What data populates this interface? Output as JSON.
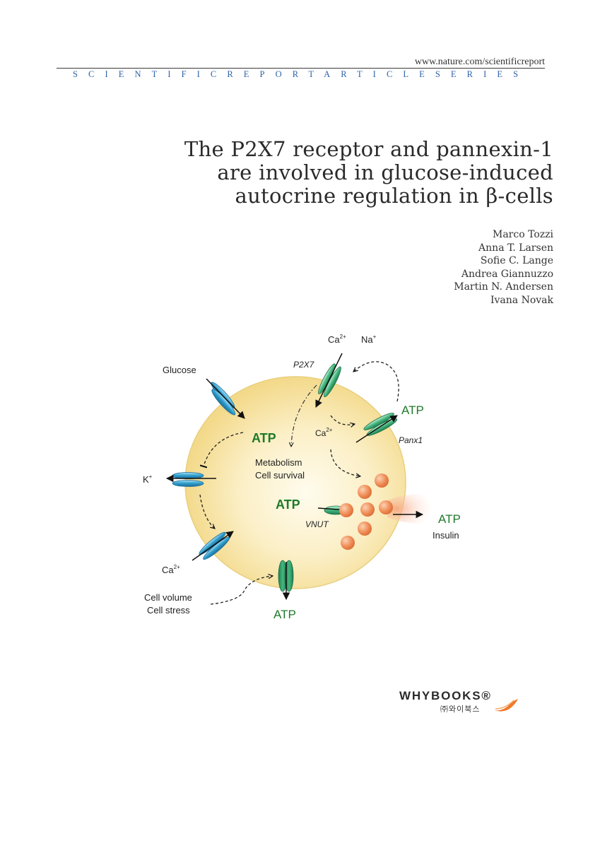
{
  "header": {
    "url": "www.nature.com/scientificreport",
    "series": "SCIENTIFICREPORTARTICLESERIES"
  },
  "title": {
    "lines": [
      "The P2X7 receptor and pannexin-1",
      "are involved in glucose-induced",
      "autocrine regulation in β-cells"
    ]
  },
  "authors": [
    "Marco Tozzi",
    "Anna T. Larsen",
    "Sofie C. Lange",
    "Andrea Giannuzzo",
    "Martin N. Andersen",
    "Ivana Novak"
  ],
  "figure": {
    "labels": {
      "glucose": "Glucose",
      "k_ion": "K",
      "k_sup": "+",
      "ca_ion": "Ca",
      "ca_sup": "2+",
      "na_ion": "Na",
      "na_sup": "+",
      "p2x7": "P2X7",
      "panx1": "Panx1",
      "vnut": "VNUT",
      "atp": "ATP",
      "metabolism": "Metabolism",
      "cell_survival": "Cell survival",
      "insulin": "Insulin",
      "cell_volume": "Cell volume",
      "cell_stress": "Cell stress"
    },
    "colors": {
      "cell_fill": "#f7e3a0",
      "cell_center": "#fffbe9",
      "channel_blue": "#3aa9d4",
      "channel_green": "#4fc08a",
      "atp_green": "#1f7a2a",
      "granule": "#ee8a52"
    }
  },
  "publisher": {
    "name": "WHYBOOKS®",
    "korean": "㈜와이북스"
  }
}
